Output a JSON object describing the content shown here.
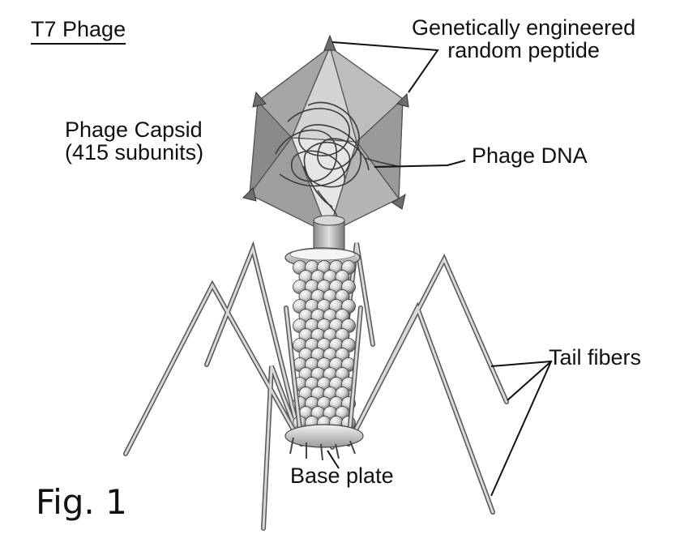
{
  "title": "T7 Phage",
  "labels": {
    "peptide_line1": "Genetically engineered",
    "peptide_line2": "random peptide",
    "capsid_line1": "Phage Capsid",
    "capsid_line2": "(415 subunits)",
    "dna": "Phage DNA",
    "tail_fibers": "Tail fibers",
    "base_plate": "Base plate"
  },
  "figure_label": "Fig. 1"
}
